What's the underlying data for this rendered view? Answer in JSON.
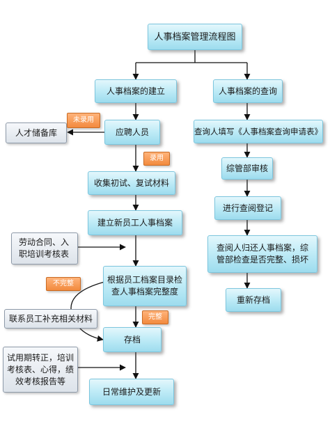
{
  "title": "人事档案管理流程图",
  "left_branch": {
    "head": "人事档案的建立",
    "recruit": "应聘人员",
    "screen": "收集初试、复试材料",
    "create_file": "建立新员工人事档案",
    "check_lines": [
      "根据员工档案目录检",
      "查人事档案完整度"
    ],
    "archive": "存档",
    "maintain": "日常维护及更新"
  },
  "right_branch": {
    "head": "人事档案的查询",
    "apply": "查询人填写《人事档案查询申请表》",
    "review": "综管部审核",
    "register": "进行查阅登记",
    "return_lines": [
      "查阅人归还人事档案，综",
      "管部检查是否完整、损坏"
    ],
    "refile": "重新存档"
  },
  "side_inputs": {
    "talent_pool": "人才储备库",
    "contract_lines": [
      "劳动合同、入",
      "职培训考核表"
    ],
    "supplement": "联系员工补充相关材料",
    "probation_lines": [
      "试用期转正，培训",
      "考核表、心得，绩",
      "效考核报告等"
    ]
  },
  "tags": {
    "not_hired": "未录用",
    "hired": "录用",
    "incomplete": "不完整",
    "complete": "完整"
  }
}
